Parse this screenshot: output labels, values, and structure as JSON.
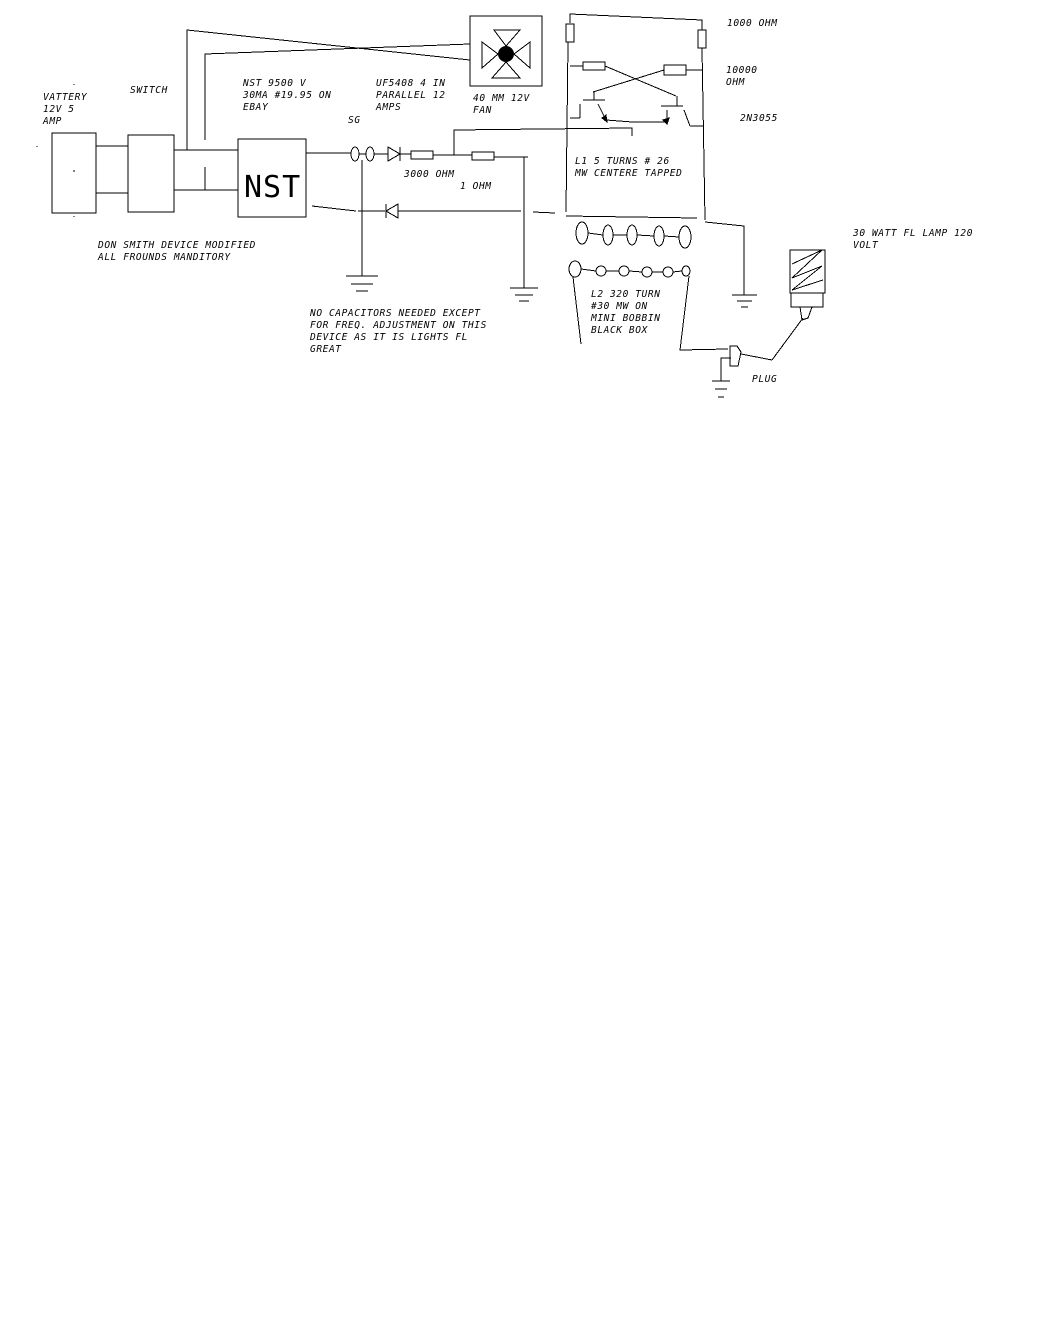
{
  "diagram": {
    "labels": {
      "battery": [
        "VATTERY",
        "12V 5",
        "AMP"
      ],
      "switch": "SWITCH",
      "nst": [
        "NST 9500 V",
        "30MA #19.95 ON",
        "EBAY"
      ],
      "nst_box_text": "NST",
      "sg": "SG",
      "diode": [
        "UF5408 4 IN",
        "PARALLEL 12",
        "AMPS"
      ],
      "fan": [
        "40 MM 12V",
        "FAN"
      ],
      "r_1000": "1000 OHM",
      "r_10000": [
        "10000",
        "OHM"
      ],
      "transistor": "2N3055",
      "l1": [
        "L1 5 TURNS # 26",
        "MW CENTERE TAPPED"
      ],
      "r_3000": "3000 OHM",
      "r_1": "1 OHM",
      "lamp": [
        "30 WATT FL LAMP 120",
        "VOLT"
      ],
      "l2": [
        "L2 320 TURN",
        "#30 MW ON",
        "MINI BOBBIN",
        "BLACK BOX"
      ],
      "plug": "PLUG",
      "device_note": [
        "DON SMITH DEVICE MODIFIED",
        "ALL FROUNDS MANDITORY"
      ],
      "capacitor_note": [
        "NO CAPACITORS NEEDED EXCEPT",
        "FOR FREQ. ADJUSTMENT ON THIS",
        "DEVICE AS IT IS LIGHTS FL",
        "GREAT"
      ]
    }
  }
}
